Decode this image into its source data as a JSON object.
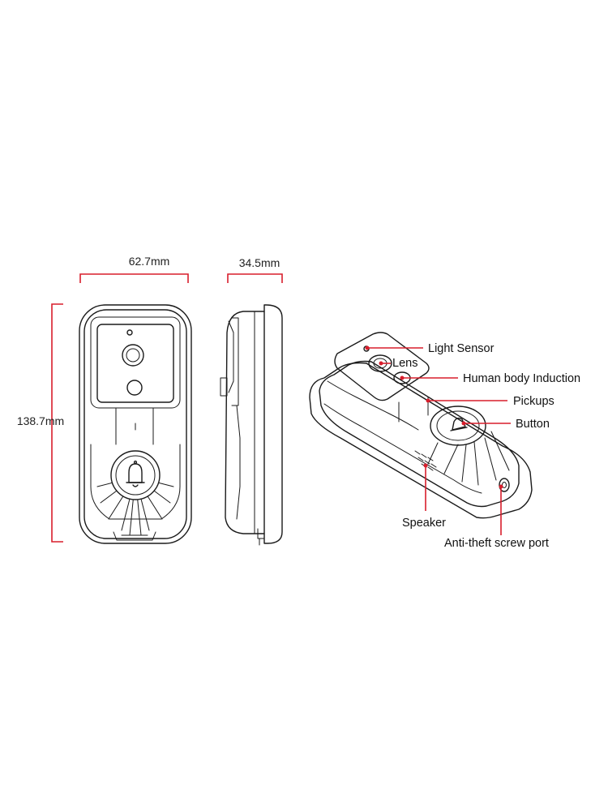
{
  "dimensions": {
    "width": "62.7mm",
    "depth": "34.5mm",
    "height": "138.7mm"
  },
  "callouts": [
    {
      "id": "light-sensor",
      "label": "Light Sensor"
    },
    {
      "id": "lens",
      "label": "Lens"
    },
    {
      "id": "human-body-induction",
      "label": "Human body Induction"
    },
    {
      "id": "pickups",
      "label": "Pickups"
    },
    {
      "id": "button",
      "label": "Button"
    },
    {
      "id": "speaker",
      "label": "Speaker"
    },
    {
      "id": "anti-theft-screw-port",
      "label": "Anti-theft screw port"
    }
  ],
  "colors": {
    "dimension_line": "#d81e2c",
    "callout_line": "#d81e2c",
    "outline": "#1a1a1a",
    "text": "#111111"
  },
  "icons": {
    "doorbell_button": "bell-icon"
  }
}
